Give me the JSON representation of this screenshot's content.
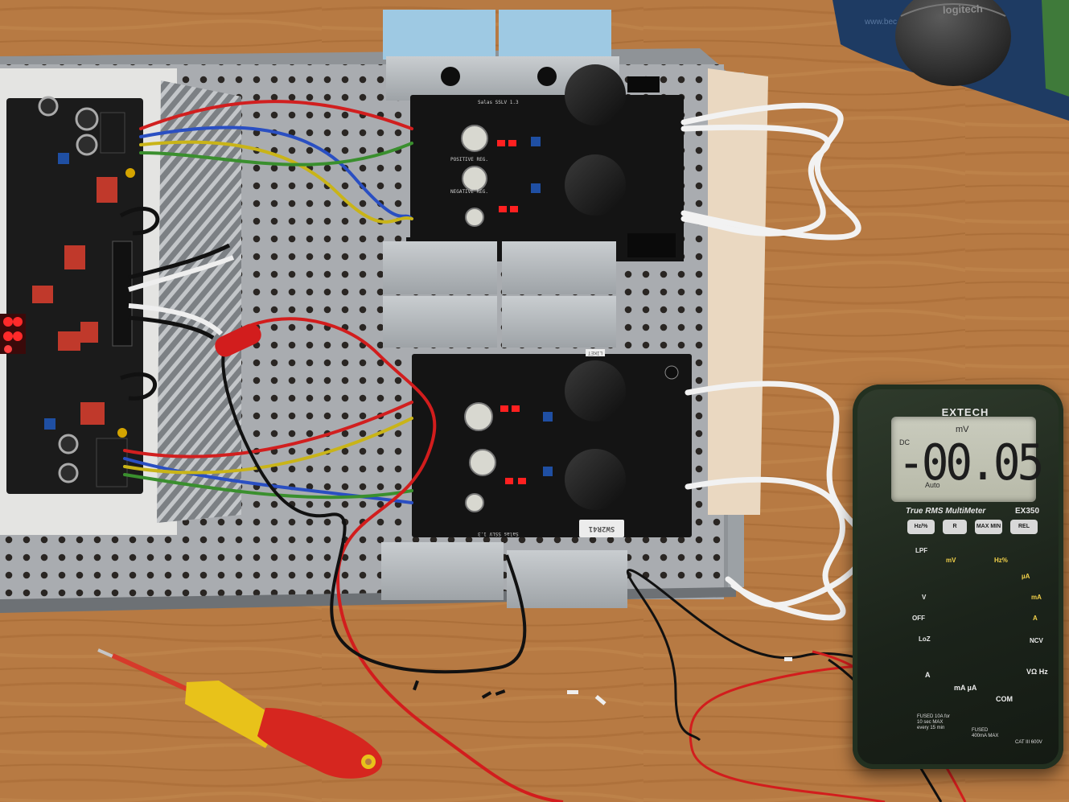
{
  "multimeter": {
    "brand": "EXTECH",
    "display_value": "-00.05",
    "display_unit": "mV",
    "display_mode": "DC",
    "display_auto": "Auto",
    "series_label": "True RMS MultiMeter",
    "model": "EX350",
    "buttons": [
      "Hz/%",
      "R",
      "MAX MIN",
      "REL"
    ],
    "dial_labels": [
      "LPF",
      "OFF",
      "LoZ",
      "V",
      "mV",
      "Hz%",
      "µA",
      "mA",
      "A",
      "NCV"
    ],
    "jacks": {
      "a": "A",
      "ma": "mA µA",
      "com": "COM",
      "v": "VΩ Hz"
    },
    "fuse_note_a": "FUSED 10A for 10 sec MAX every 15 min",
    "fuse_note_ma": "FUSED 400mA MAX",
    "cat_note": "CAT III 600V"
  },
  "mouse": {
    "brand": "logitech"
  },
  "mousepad": {
    "text": "www.bec"
  },
  "pcb": {
    "board_label": "Salas SSLV 1.3",
    "sticker": "SW2R41",
    "sticker_top": "LIKET",
    "label_positive": "POSITIVE REG.",
    "label_negative": "NEGATIVE REG."
  }
}
